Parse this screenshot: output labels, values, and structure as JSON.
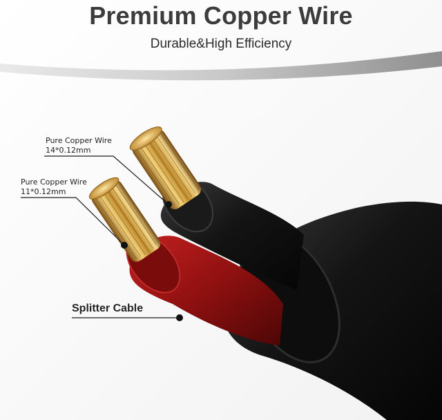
{
  "header": {
    "title": "Premium Copper Wire",
    "subtitle": "Durable&High Efficiency"
  },
  "callouts": [
    {
      "label": "Pure Copper Wire",
      "spec": "14*0.12mm"
    },
    {
      "label": "Pure Copper Wire",
      "spec": "11*0.12mm"
    },
    {
      "label": "Splitter Cable"
    }
  ],
  "colors": {
    "title": "#3c3c3c",
    "band": "#a9a9a9",
    "sheath_black": "#121212",
    "sheath_red": "#9c1313",
    "copper": "#d9a646"
  }
}
